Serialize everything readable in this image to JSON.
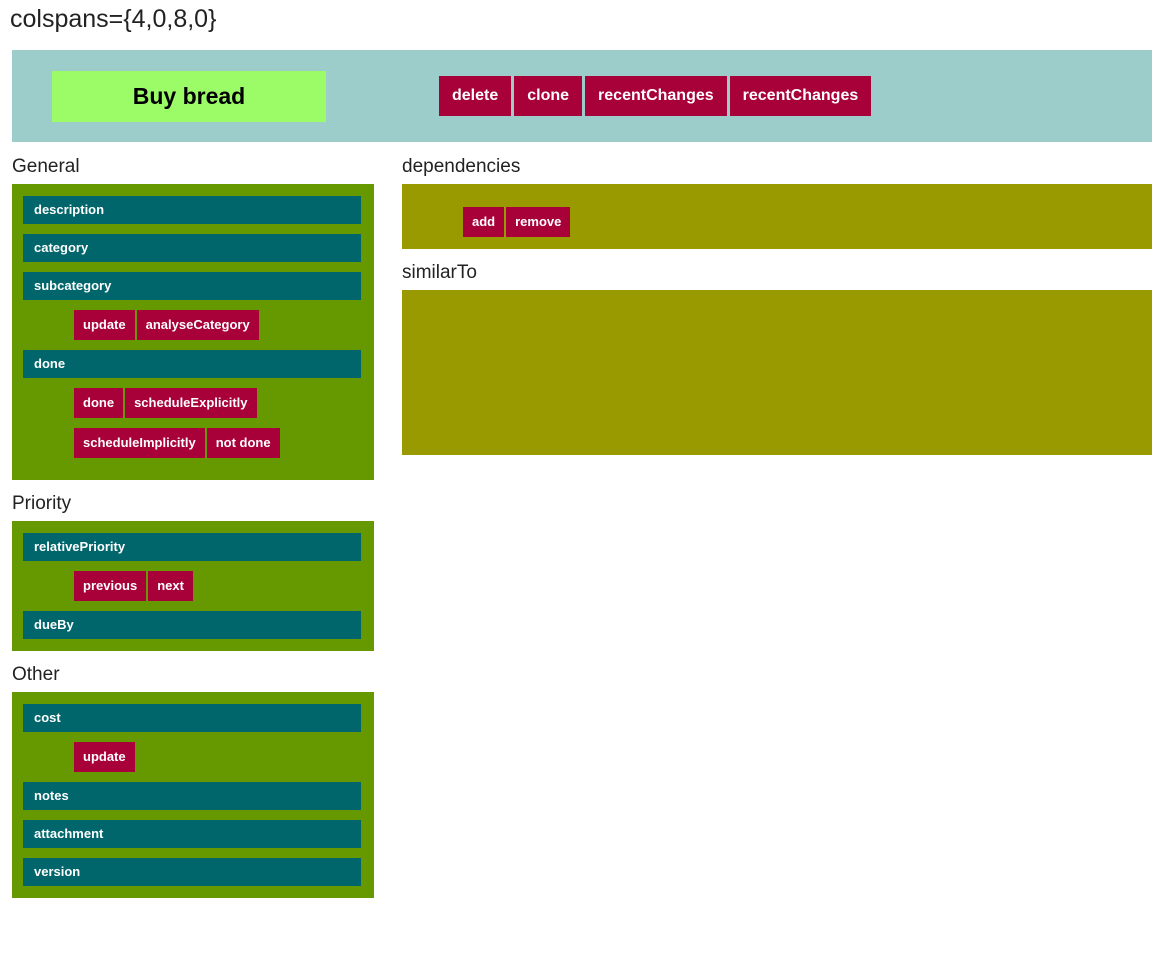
{
  "page": {
    "title": "colspans={4,0,8,0}"
  },
  "topbar": {
    "item_title": "Buy bread",
    "actions": [
      {
        "label": "delete",
        "name": "delete-button"
      },
      {
        "label": "clone",
        "name": "clone-button"
      },
      {
        "label": "recentChanges",
        "name": "recent-changes-button-1"
      },
      {
        "label": "recentChanges",
        "name": "recent-changes-button-2"
      }
    ]
  },
  "left_column": {
    "sections": [
      {
        "label": "General",
        "rows": [
          {
            "type": "field",
            "label": "description"
          },
          {
            "type": "field",
            "label": "category"
          },
          {
            "type": "field",
            "label": "subcategory"
          },
          {
            "type": "buttons",
            "buttons": [
              "update",
              "analyseCategory"
            ]
          },
          {
            "type": "field",
            "label": "done"
          },
          {
            "type": "buttons",
            "buttons": [
              "done",
              "scheduleExplicitly"
            ]
          },
          {
            "type": "buttons",
            "buttons": [
              "scheduleImplicitly",
              "not done"
            ]
          }
        ]
      },
      {
        "label": "Priority",
        "rows": [
          {
            "type": "field",
            "label": "relativePriority"
          },
          {
            "type": "buttons",
            "buttons": [
              "previous",
              "next"
            ]
          },
          {
            "type": "field",
            "label": "dueBy"
          }
        ]
      },
      {
        "label": "Other",
        "rows": [
          {
            "type": "field",
            "label": "cost"
          },
          {
            "type": "buttons",
            "buttons": [
              "update"
            ]
          },
          {
            "type": "field",
            "label": "notes"
          },
          {
            "type": "field",
            "label": "attachment"
          },
          {
            "type": "field",
            "label": "version"
          }
        ]
      }
    ]
  },
  "right_column": {
    "dependencies": {
      "label": "dependencies",
      "buttons": [
        "add",
        "remove"
      ]
    },
    "similar_to": {
      "label": "similarTo",
      "buttons": []
    }
  },
  "colors": {
    "topbar_background": "#9ccdcb",
    "title_box": "#9bfc68",
    "panel_green": "#669900",
    "panel_olive": "#999900",
    "field_bar": "#00666b",
    "button": "#a80039",
    "text_dark": "#222222"
  }
}
